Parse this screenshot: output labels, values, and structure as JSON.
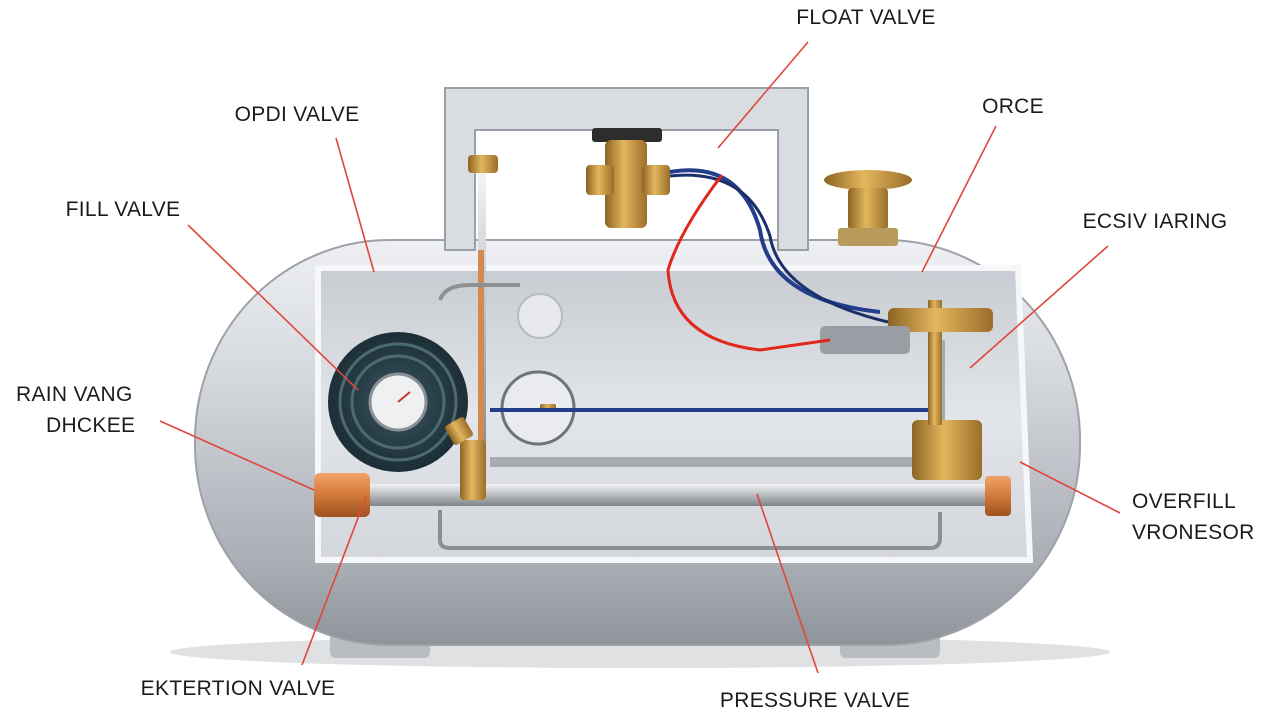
{
  "diagram": {
    "labels": {
      "float_valve": "FLOAT VALVE",
      "opdi_valve": "OPDI VALVE",
      "orce": "ORCE",
      "fill_valve": "FILL VALVE",
      "ecsiv_iaring": "ECSIV IARING",
      "rain_vang": "RAIN VANG",
      "dhckee": "DHCKEE",
      "overfill": "OVERFILL",
      "vronesor": "VRONESOR",
      "extertion_valve": "EKTERTION VALVE",
      "pressure_valve": "PRESSURE VALVE"
    },
    "colors": {
      "leader_line": "#e0463a",
      "tank_body": "#c9ccd2",
      "tank_interior": "#dfe2e6",
      "brass": "#c6973e",
      "copper": "#d27a3a",
      "hose_blue": "#233f8c",
      "hose_red": "#e1261c"
    }
  }
}
